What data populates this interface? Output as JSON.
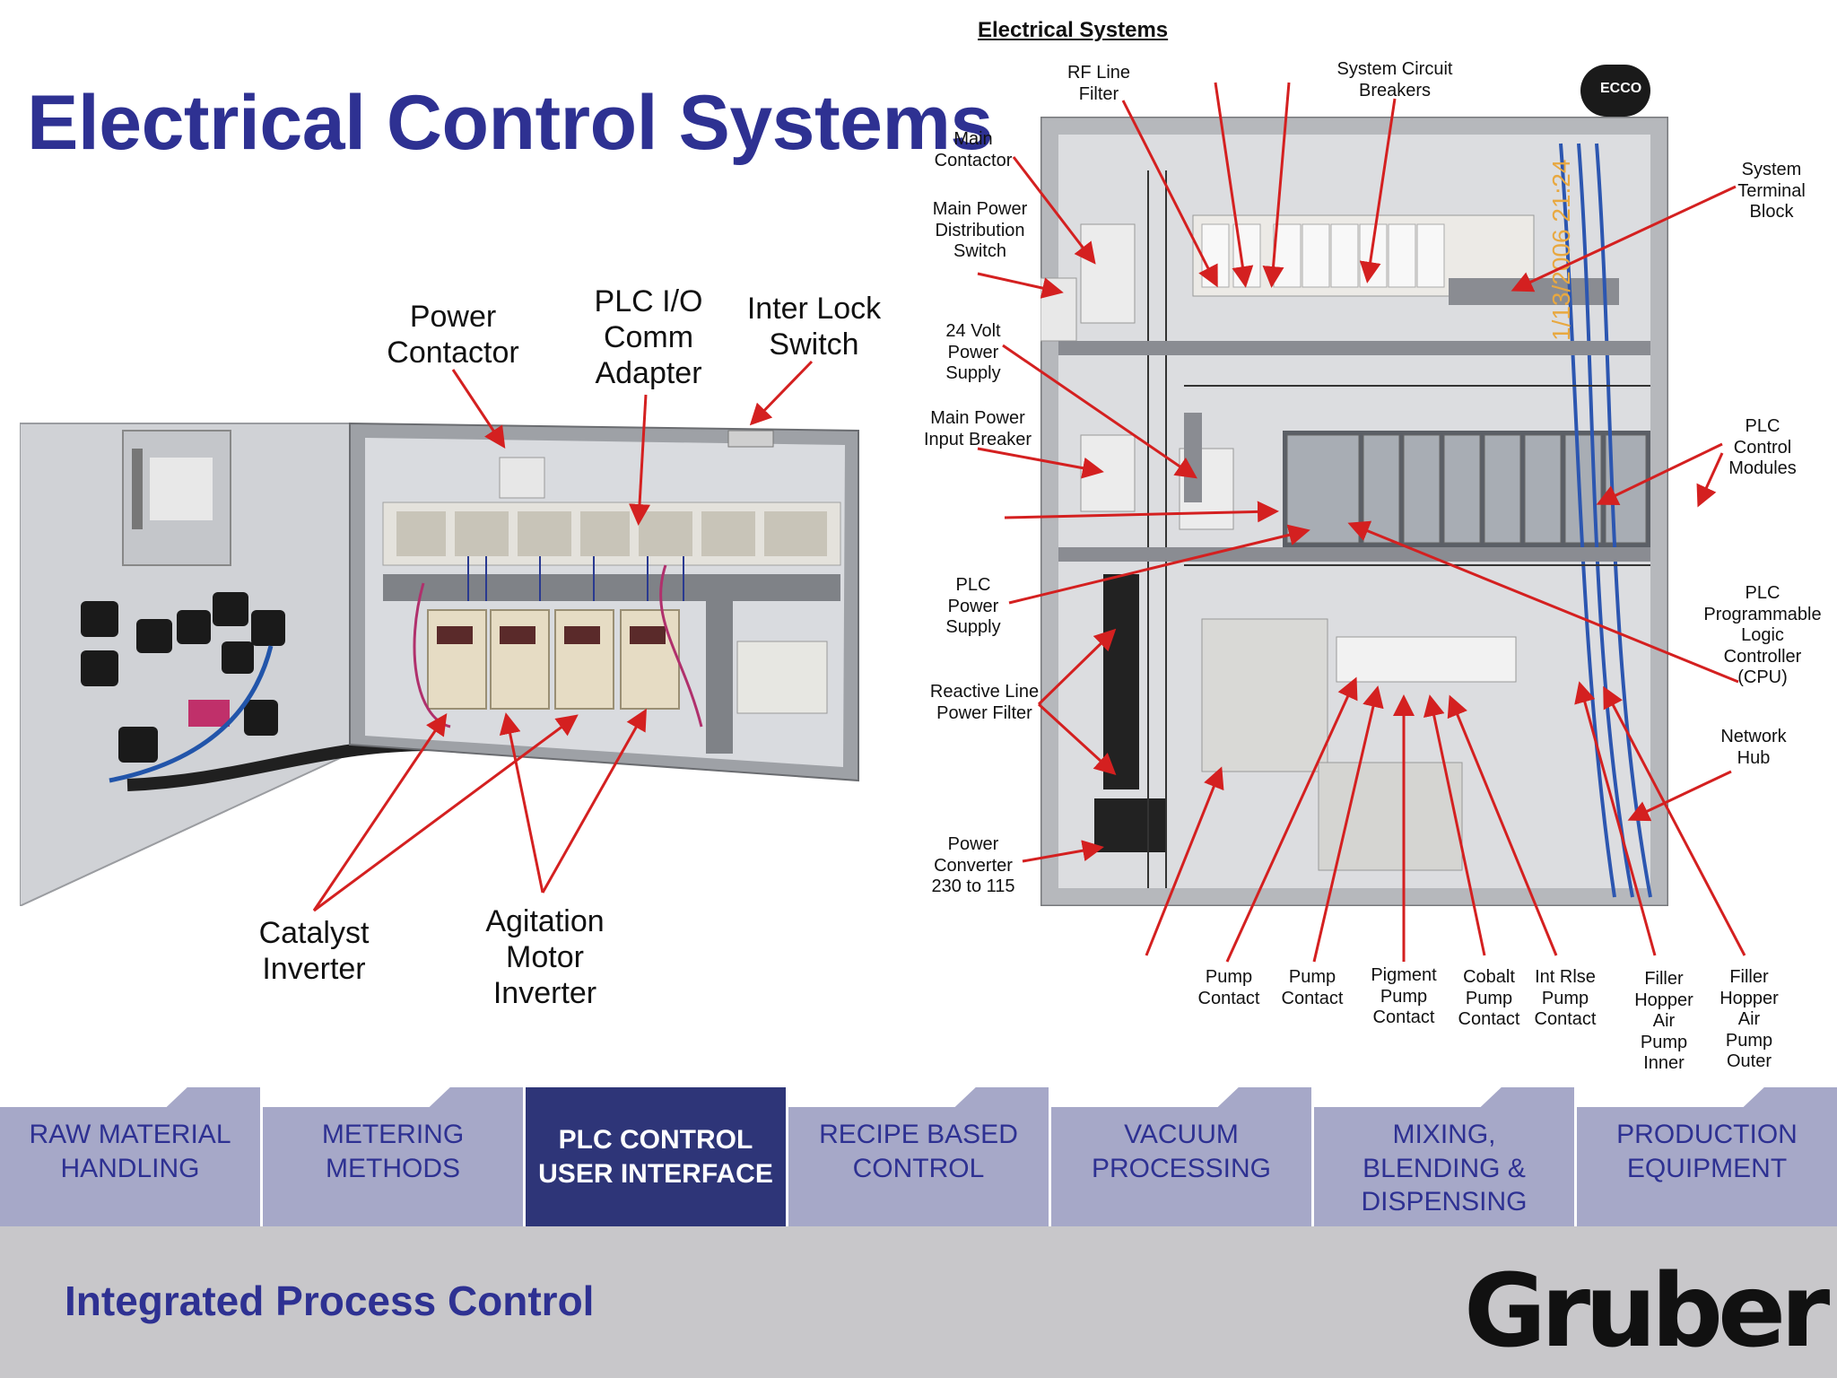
{
  "title": "Electrical Control Systems",
  "left_labels": {
    "power_contactor": "Power\nContactor",
    "plc_io": "PLC I/O\nComm\nAdapter",
    "interlock": "Inter Lock\nSwitch",
    "catalyst": "Catalyst\nInverter",
    "agitation": "Agitation\nMotor\nInverter"
  },
  "right_diagram": {
    "title": "Electrical Systems",
    "labels": {
      "rf_line_filter": "RF Line\nFilter",
      "system_circuit_breakers": "System Circuit\nBreakers",
      "main_contactor": "Main\nContactor",
      "main_power_distribution": "Main Power\nDistribution\nSwitch",
      "system_terminal_block": "System\nTerminal\nBlock",
      "volt_power_supply": "24 Volt\nPower\nSupply",
      "main_power_input_breaker": "Main Power\nInput Breaker",
      "plc_control_modules": "PLC\nControl\nModules",
      "plc_power_supply": "PLC\nPower\nSupply",
      "plc_cpu": "PLC\nProgrammable\nLogic\nController\n(CPU)",
      "reactive_line": "Reactive Line\nPower Filter",
      "network_hub": "Network\nHub",
      "power_converter": "Power\nConverter\n230 to 115",
      "pump_contact_1": "Pump\nContact",
      "pump_contact_2": "Pump\nContact",
      "pigment_pump": "Pigment\nPump\nContact",
      "cobalt_pump": "Cobalt\nPump\nContact",
      "int_rise_pump": "Int Rlse\nPump\nContact",
      "filler_inner": "Filler\nHopper\nAir\nPump\nInner",
      "filler_outer": "Filler\nHopper\nAir\nPump\nOuter"
    },
    "ecco_badge": "ECCO"
  },
  "nav_tabs": [
    {
      "label": "RAW MATERIAL\nHANDLING",
      "active": false
    },
    {
      "label": "METERING\nMETHODS",
      "active": false
    },
    {
      "label": "PLC CONTROL\nUSER INTERFACE",
      "active": true
    },
    {
      "label": "RECIPE BASED\nCONTROL",
      "active": false
    },
    {
      "label": "VACUUM\nPROCESSING",
      "active": false
    },
    {
      "label": "MIXING,\nBLENDING &\nDISPENSING",
      "active": false
    },
    {
      "label": "PRODUCTION\nEQUIPMENT",
      "active": false
    }
  ],
  "footer": {
    "tagline": "Integrated Process Control",
    "logo": "Gruber"
  },
  "colors": {
    "brand_blue": "#2e3192",
    "tab_inactive": "#a6a8c8",
    "tab_active": "#2e3578",
    "footer_bg": "#c8c7ca",
    "arrow_red": "#d42020"
  }
}
